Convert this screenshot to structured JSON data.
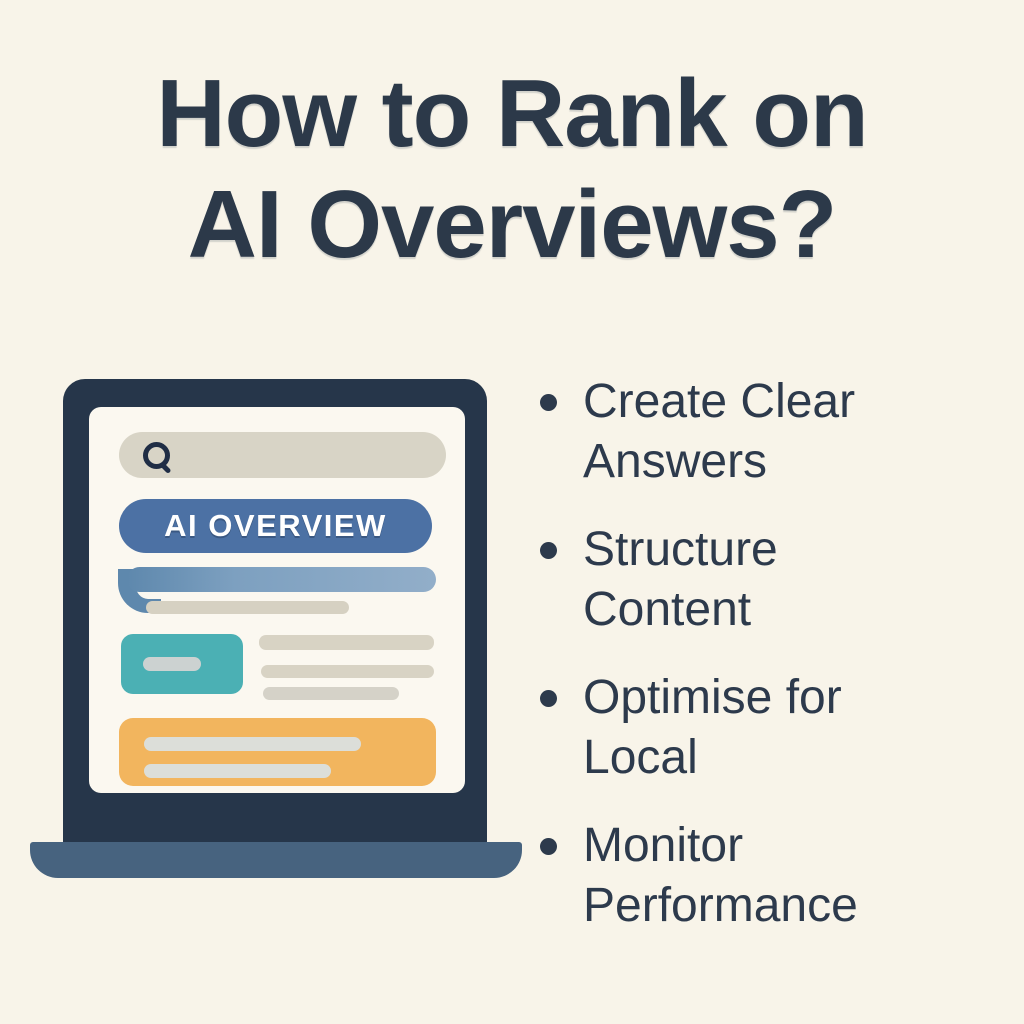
{
  "title": {
    "line1": "How to Rank on",
    "line2": "AI Overviews?"
  },
  "laptop": {
    "ai_overview_label": "AI OVERVIEW",
    "search_icon": "magnifier"
  },
  "bullets": {
    "items": [
      {
        "label": "Create Clear Answers",
        "line1": "Create Clear",
        "line2": "Answers"
      },
      {
        "label": "Structure Content",
        "line1": "Structure",
        "line2": "Content"
      },
      {
        "label": "Optimise for Local",
        "line1": "Optimise for",
        "line2": "Local"
      },
      {
        "label": "Monitor Performance",
        "line1": "Monitor",
        "line2": "Performance"
      }
    ]
  },
  "colors": {
    "background": "#f8f4e9",
    "text_navy": "#2d3a4c",
    "title_navy": "#2c3949",
    "ai_pill_blue": "#4c71a4",
    "bar_blue_light": "#92aec9",
    "bar_blue_dark": "#5e88ad",
    "search_bar_gray": "#d8d4c6",
    "line_beige": "#d6d1c2",
    "teal_card": "#4bb0b4",
    "orange_card": "#f2b55e",
    "card_inner_gray": "#dcded9",
    "laptop_body": "#26364a",
    "laptop_base": "#47637f",
    "screen": "#fbf8f0"
  }
}
